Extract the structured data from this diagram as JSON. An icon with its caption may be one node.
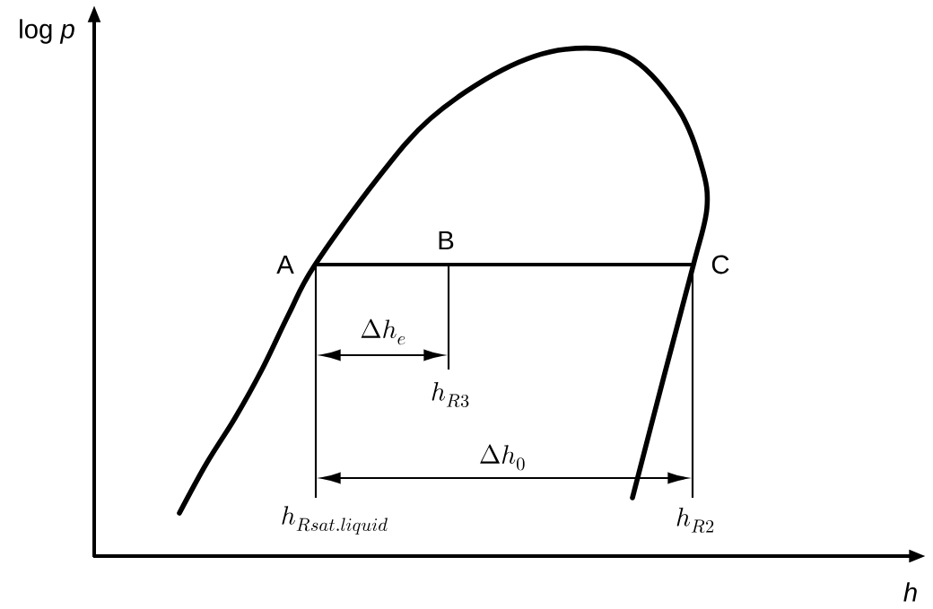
{
  "diagram": {
    "labels": [
      "log *p*",
      "*h*",
      "A",
      "B",
      "C",
      "\\Delta h_{e}",
      "h_{R3}",
      "\\Delta h_{0}",
      "h_{Rsat.liquid}",
      "h_{R2}"
    ]
  }
}
